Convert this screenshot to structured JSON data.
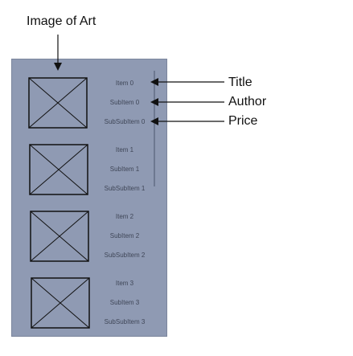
{
  "annotations": {
    "image_label": "Image of Art",
    "title_label": "Title",
    "author_label": "Author",
    "price_label": "Price"
  },
  "list_items": [
    {
      "title": "Item 0",
      "subtitle": "SubItem 0",
      "price": "SubSubItem 0"
    },
    {
      "title": "Item 1",
      "subtitle": "SubItem 1",
      "price": "SubSubItem 1"
    },
    {
      "title": "Item 2",
      "subtitle": "SubItem 2",
      "price": "SubSubItem 2"
    },
    {
      "title": "Item 3",
      "subtitle": "SubItem 3",
      "price": "SubSubItem 3"
    }
  ],
  "icons": {
    "art_placeholder": "image-placeholder-icon"
  },
  "colors": {
    "panel_background": "#8f9ab3",
    "text": "#3f4657",
    "annotation_text": "#111111"
  }
}
